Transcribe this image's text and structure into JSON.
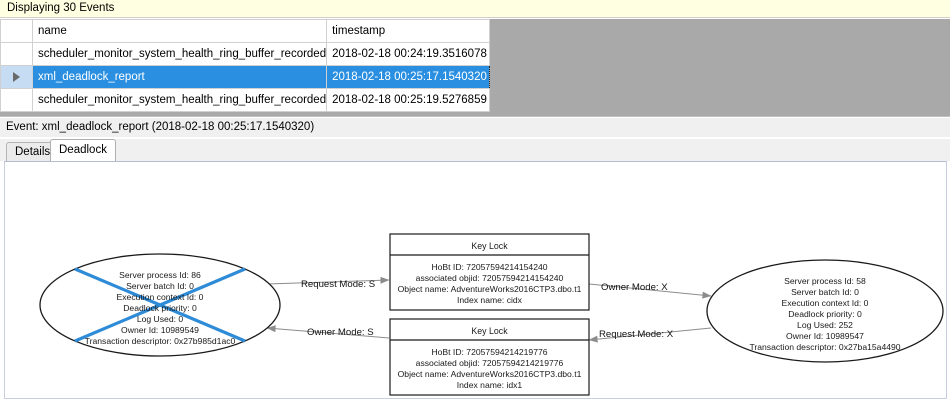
{
  "banner": {
    "text": "Displaying 30 Events"
  },
  "grid": {
    "columns": [
      "",
      "name",
      "timestamp"
    ],
    "rows": [
      {
        "selected": false,
        "name": "scheduler_monitor_system_health_ring_buffer_recorded",
        "timestamp": "2018-02-18 00:24:19.3516078"
      },
      {
        "selected": true,
        "name": "xml_deadlock_report",
        "timestamp": "2018-02-18 00:25:17.1540320"
      },
      {
        "selected": false,
        "name": "scheduler_monitor_system_health_ring_buffer_recorded",
        "timestamp": "2018-02-18 00:25:19.5276859"
      }
    ],
    "row_selector_icon": "right-triangle-icon"
  },
  "event_header": {
    "text": "Event: xml_deadlock_report (2018-02-18 00:25:17.1540320)"
  },
  "tabs": [
    {
      "id": "details",
      "label": "Details",
      "active": false
    },
    {
      "id": "deadlock",
      "label": "Deadlock",
      "active": true
    }
  ],
  "deadlock_graph": {
    "victim_process": {
      "is_victim": true,
      "lines": [
        "Server process Id: 86",
        "Server batch Id: 0",
        "Execution context Id: 0",
        "Deadlock priority: 0",
        "Log Used: 0",
        "Owner Id: 10989549",
        "Transaction descriptor: 0x27b985d1ac0"
      ]
    },
    "surviving_process": {
      "is_victim": false,
      "lines": [
        "Server process Id: 58",
        "Server batch Id: 0",
        "Execution context Id: 0",
        "Deadlock priority: 0",
        "Log Used: 252",
        "Owner Id: 10989547",
        "Transaction descriptor: 0x27ba15a4490"
      ]
    },
    "resources": [
      {
        "title": "Key Lock",
        "lines": [
          "HoBt ID: 72057594214154240",
          "associated objid: 72057594214154240",
          "Object name: AdventureWorks2016CTP3.dbo.t1",
          "Index name: cidx"
        ]
      },
      {
        "title": "Key Lock",
        "lines": [
          "HoBt ID: 72057594214219776",
          "associated objid: 72057594214219776",
          "Object name: AdventureWorks2016CTP3.dbo.t1",
          "Index name: idx1"
        ]
      }
    ],
    "edges": [
      {
        "id": "req-s",
        "label": "Request Mode: S",
        "from": "victim-process",
        "to": "key-lock-top",
        "direction": "right"
      },
      {
        "id": "own-s",
        "label": "Owner Mode: S",
        "from": "key-lock-bottom",
        "to": "victim-process",
        "direction": "left"
      },
      {
        "id": "own-x",
        "label": "Owner Mode: X",
        "from": "key-lock-top",
        "to": "surviving-process",
        "direction": "right"
      },
      {
        "id": "req-x",
        "label": "Request Mode: X",
        "from": "surviving-process",
        "to": "key-lock-bottom",
        "direction": "left"
      }
    ],
    "colors": {
      "victim_cross": "#2e8bd8",
      "node_outline": "#1a1a1a",
      "edge": "#8c8c8c",
      "canvas_bg": "#ffffff"
    }
  }
}
